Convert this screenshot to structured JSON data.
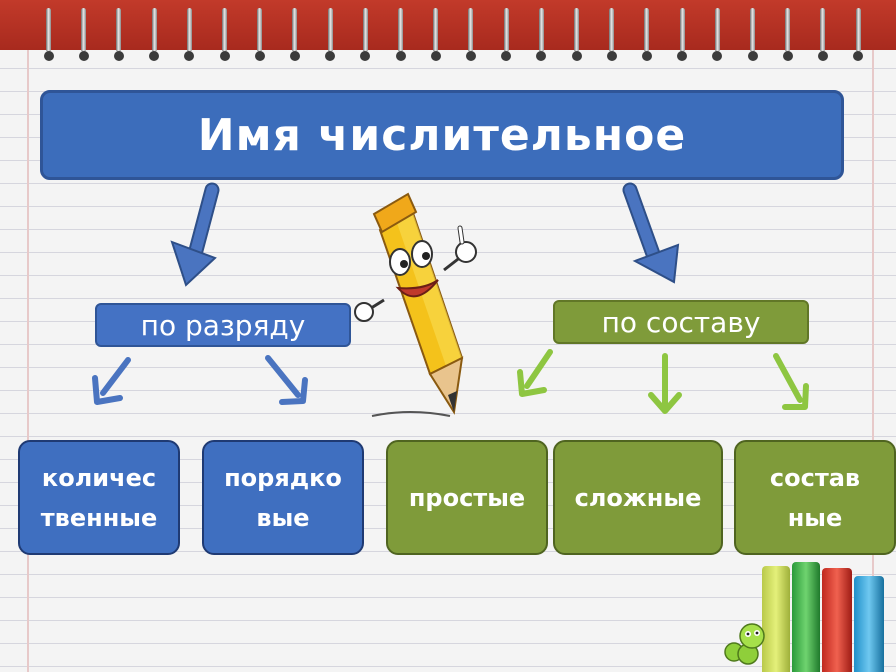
{
  "diagram": {
    "title": "Имя числительное",
    "branches": {
      "rank": {
        "label": "по разряду",
        "items": [
          "количес твенные",
          "порядко вые"
        ]
      },
      "composition": {
        "label": "по составу",
        "items": [
          "простые",
          "сложные",
          "состав ные"
        ]
      }
    }
  },
  "colors": {
    "title_fill": "#3c6dbb",
    "rank_fill": "#4472c4",
    "composition_fill": "#7f9b3a",
    "rank_arrow": "#4a74c0",
    "composition_arrow": "#8ec641",
    "top_band": "#b3301f"
  },
  "icons": [
    "pencil-mascot-icon",
    "books-icon",
    "worm-icon",
    "spiral-binding-icon"
  ]
}
